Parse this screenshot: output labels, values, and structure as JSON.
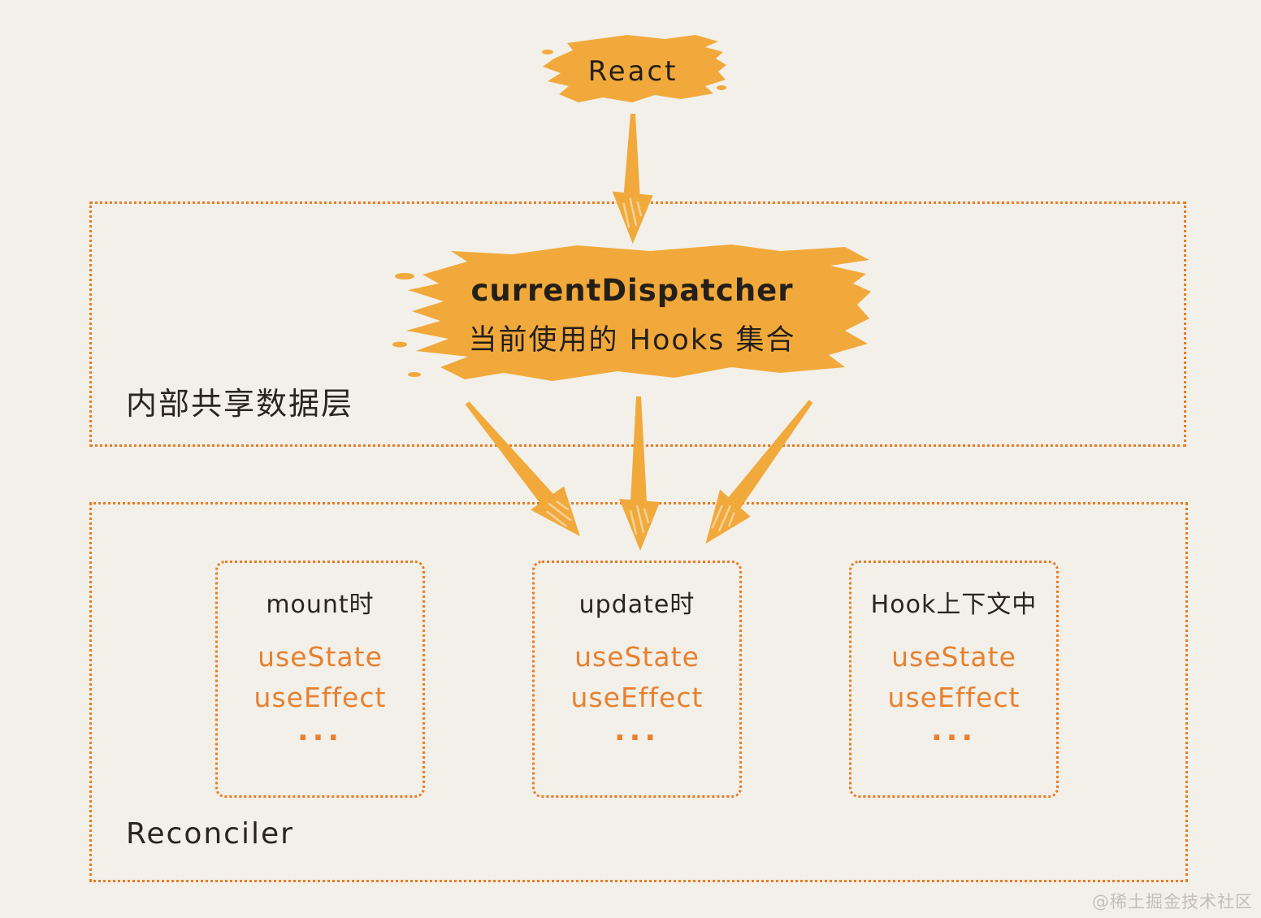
{
  "page": {
    "background": "#f2f0e9",
    "watermark": "@稀土掘金技术社区"
  },
  "colors": {
    "brush_orange": "#f2a93b",
    "dotted_border_orange": "#ec7b22",
    "hook_text_orange": "#e8802f",
    "dark_text": "#2a2520"
  },
  "react_node": {
    "label": "React"
  },
  "dispatcher_node": {
    "title": "currentDispatcher",
    "subtitle": "当前使用的 Hooks 集合"
  },
  "layers": {
    "shared_data": {
      "label": "内部共享数据层"
    },
    "reconciler": {
      "label": "Reconciler"
    }
  },
  "hook_groups": [
    {
      "title": "mount时",
      "items": [
        "useState",
        "useEffect",
        "..."
      ]
    },
    {
      "title": "update时",
      "items": [
        "useState",
        "useEffect",
        "..."
      ]
    },
    {
      "title": "Hook上下文中",
      "items": [
        "useState",
        "useEffect",
        "..."
      ]
    }
  ]
}
